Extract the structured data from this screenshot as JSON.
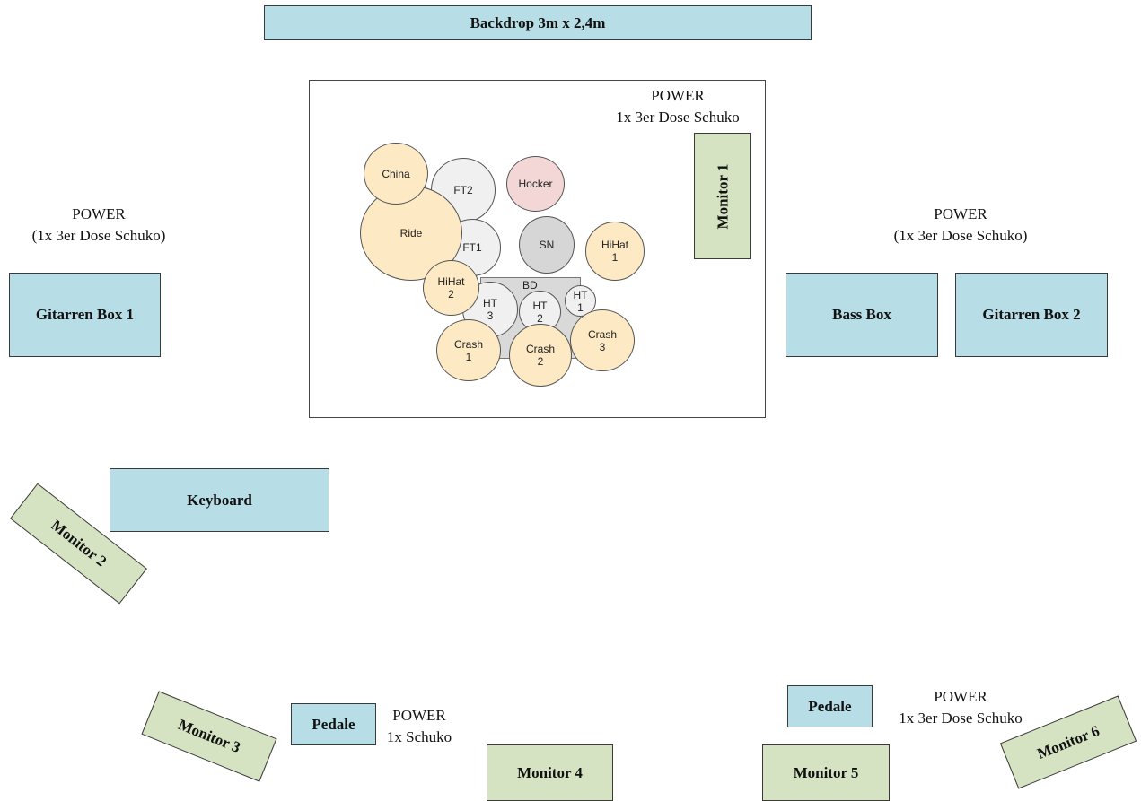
{
  "backdrop": "Backdrop 3m x 2,4m",
  "stage_power": "POWER\n1x 3er Dose Schuko",
  "left_power": "POWER\n(1x 3er Dose Schuko)",
  "right_power": "POWER\n(1x 3er Dose Schuko)",
  "pedal_power_left": "POWER\n1x Schuko",
  "pedal_power_right": "POWER\n1x 3er Dose Schuko",
  "boxes": {
    "gitarren_box_1": "Gitarren Box 1",
    "bass_box": "Bass Box",
    "gitarren_box_2": "Gitarren Box 2",
    "keyboard": "Keyboard",
    "pedale_left": "Pedale",
    "pedale_right": "Pedale"
  },
  "monitors": {
    "m1": "Monitor 1",
    "m2": "Monitor 2",
    "m3": "Monitor 3",
    "m4": "Monitor 4",
    "m5": "Monitor 5",
    "m6": "Monitor 6"
  },
  "drums": {
    "china": "China",
    "ride": "Ride",
    "ft2": "FT2",
    "ft1": "FT1",
    "hocker": "Hocker",
    "sn": "SN",
    "hihat1": "HiHat\n1",
    "hihat2": "HiHat\n2",
    "bd": "BD",
    "ht3": "HT\n3",
    "ht2": "HT\n2",
    "ht1": "HT\n1",
    "crash1": "Crash\n1",
    "crash2": "Crash\n2",
    "crash3": "Crash\n3"
  },
  "colors": {
    "equipment_box": "#b7dde6",
    "monitor": "#d6e3c3",
    "cymbal": "#fde9c4",
    "tom": "#f0f0f0",
    "snare": "#d6d6d6",
    "hocker": "#f3d7d7"
  }
}
